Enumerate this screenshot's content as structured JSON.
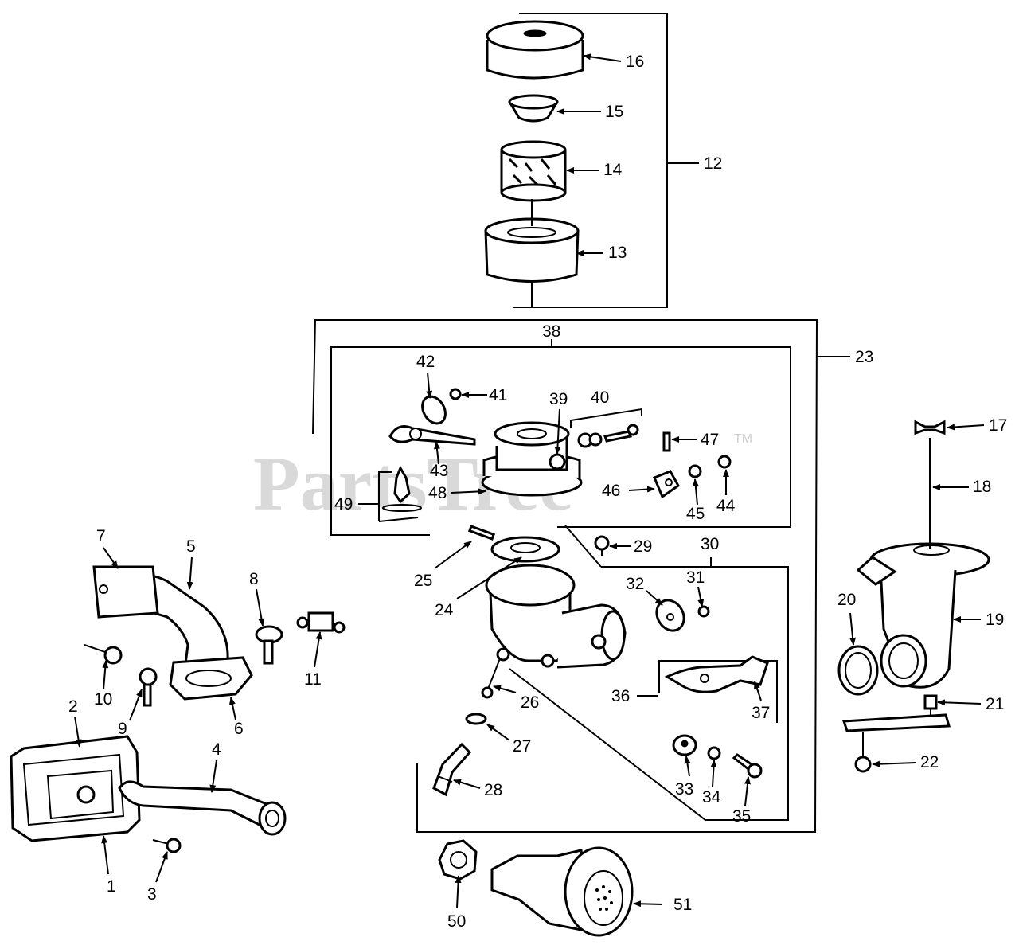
{
  "watermark": {
    "text": "PartsTree",
    "trademark": "TM"
  },
  "callouts": {
    "c1": "1",
    "c2": "2",
    "c3": "3",
    "c4": "4",
    "c5": "5",
    "c6": "6",
    "c7": "7",
    "c8": "8",
    "c9": "9",
    "c10": "10",
    "c11": "11",
    "c12": "12",
    "c13": "13",
    "c14": "14",
    "c15": "15",
    "c16": "16",
    "c17": "17",
    "c18": "18",
    "c19": "19",
    "c20": "20",
    "c21": "21",
    "c22": "22",
    "c23": "23",
    "c24": "24",
    "c25": "25",
    "c26": "26",
    "c27": "27",
    "c28": "28",
    "c29": "29",
    "c30": "30",
    "c31": "31",
    "c32": "32",
    "c33": "33",
    "c34": "34",
    "c35": "35",
    "c36": "36",
    "c37": "37",
    "c38": "38",
    "c39": "39",
    "c40": "40",
    "c41": "41",
    "c42": "42",
    "c43": "43",
    "c44": "44",
    "c45": "45",
    "c46": "46",
    "c47": "47",
    "c48": "48",
    "c49": "49",
    "c50": "50",
    "c51": "51"
  }
}
